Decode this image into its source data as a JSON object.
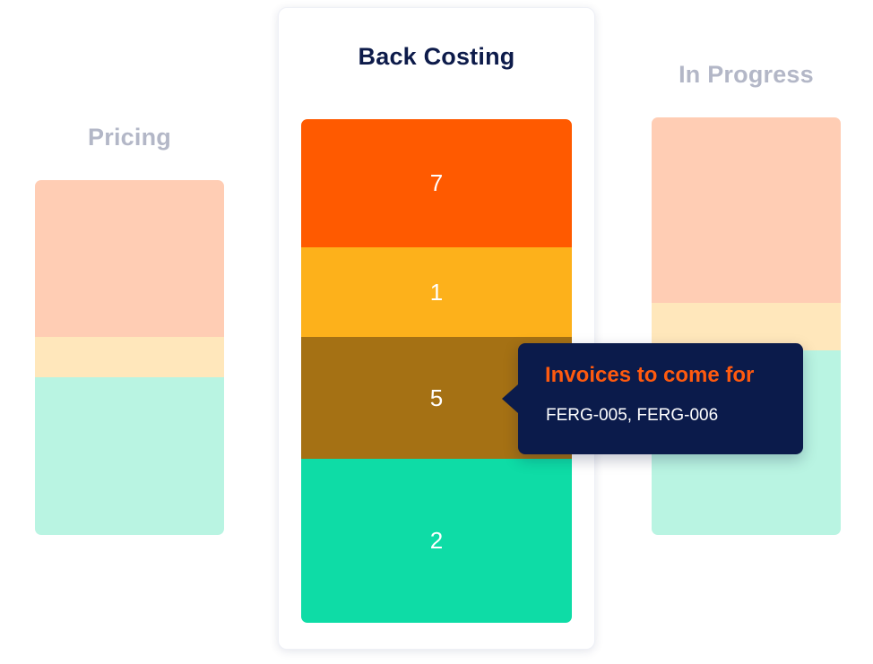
{
  "columns": [
    {
      "title": "Pricing",
      "colors": {
        "top": "#ffcdb4",
        "mid": "#ffe7bb",
        "bottom": "#b9f4e2"
      }
    },
    {
      "title": "Back Costing",
      "segments": [
        {
          "label": "7",
          "color": "#ff5a00"
        },
        {
          "label": "1",
          "color": "#fdb11b"
        },
        {
          "label": "5",
          "color": "#a57114"
        },
        {
          "label": "2",
          "color": "#0edca6"
        }
      ]
    },
    {
      "title": "In Progress",
      "colors": {
        "top": "#ffcdb4",
        "mid": "#ffe7bb",
        "bottom": "#b9f4e2"
      }
    }
  ],
  "tooltip": {
    "title": "Invoices to come for",
    "body": "FERG-005, FERG-006"
  }
}
